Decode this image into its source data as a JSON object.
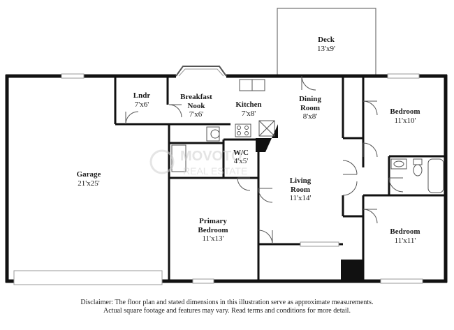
{
  "rooms": {
    "deck": {
      "name": "Deck",
      "dim": "13'x9'"
    },
    "laundry": {
      "name": "Lndr",
      "dim": "7'x6'"
    },
    "breakfast": {
      "name1": "Breakfast",
      "name2": "Nook",
      "dim": "7'x6'"
    },
    "kitchen": {
      "name": "Kitchen",
      "dim": "7'x8'"
    },
    "dining": {
      "name1": "Dining",
      "name2": "Room",
      "dim": "8'x8'"
    },
    "bedroom1": {
      "name": "Bedroom",
      "dim": "11'x10'"
    },
    "garage": {
      "name": "Garage",
      "dim": "21'x25'"
    },
    "wic": {
      "name": "W/C",
      "dim": "4'x5'"
    },
    "living": {
      "name1": "Living",
      "name2": "Room",
      "dim": "11'x14'"
    },
    "primary": {
      "name1": "Primary",
      "name2": "Bedroom",
      "dim": "11'x13'"
    },
    "bedroom2": {
      "name": "Bedroom",
      "dim": "11'x11'"
    }
  },
  "watermark": {
    "line1": "MOVOTO",
    "line2": "REAL ESTATE"
  },
  "disclaimer": {
    "line1": "Disclaimer: The floor plan and stated dimensions in this illustration serve as approximate measurements.",
    "line2": "Actual square footage and features may vary. Read terms and conditions for more detail."
  },
  "colors": {
    "wall": "#111111",
    "line": "#555555",
    "window": "#9a9a9a",
    "watermark": "#cfcfcf"
  }
}
